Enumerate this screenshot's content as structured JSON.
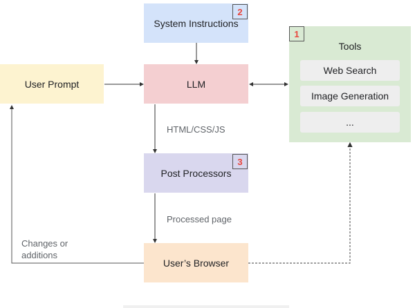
{
  "diagram": {
    "nodes": {
      "system_instructions": {
        "label": "System Instructions",
        "badge": "2",
        "color": "#d4e3fa"
      },
      "user_prompt": {
        "label": "User Prompt",
        "color": "#fdf3d0"
      },
      "llm": {
        "label": "LLM",
        "color": "#f4cfd1"
      },
      "tools": {
        "label": "Tools",
        "badge": "1",
        "color": "#d9ead3",
        "items": [
          {
            "label": "Web Search"
          },
          {
            "label": "Image Generation"
          },
          {
            "label": "..."
          }
        ]
      },
      "post_processors": {
        "label": "Post Processors",
        "badge": "3",
        "color": "#d9d7ee"
      },
      "users_browser": {
        "label": "User’s Browser",
        "color": "#fce5cd"
      }
    },
    "edges": {
      "llm_to_post": "HTML/CSS/JS",
      "post_to_browser": "Processed page",
      "browser_to_prompt": "Changes or additions"
    },
    "badge_color": "#e8453c"
  }
}
